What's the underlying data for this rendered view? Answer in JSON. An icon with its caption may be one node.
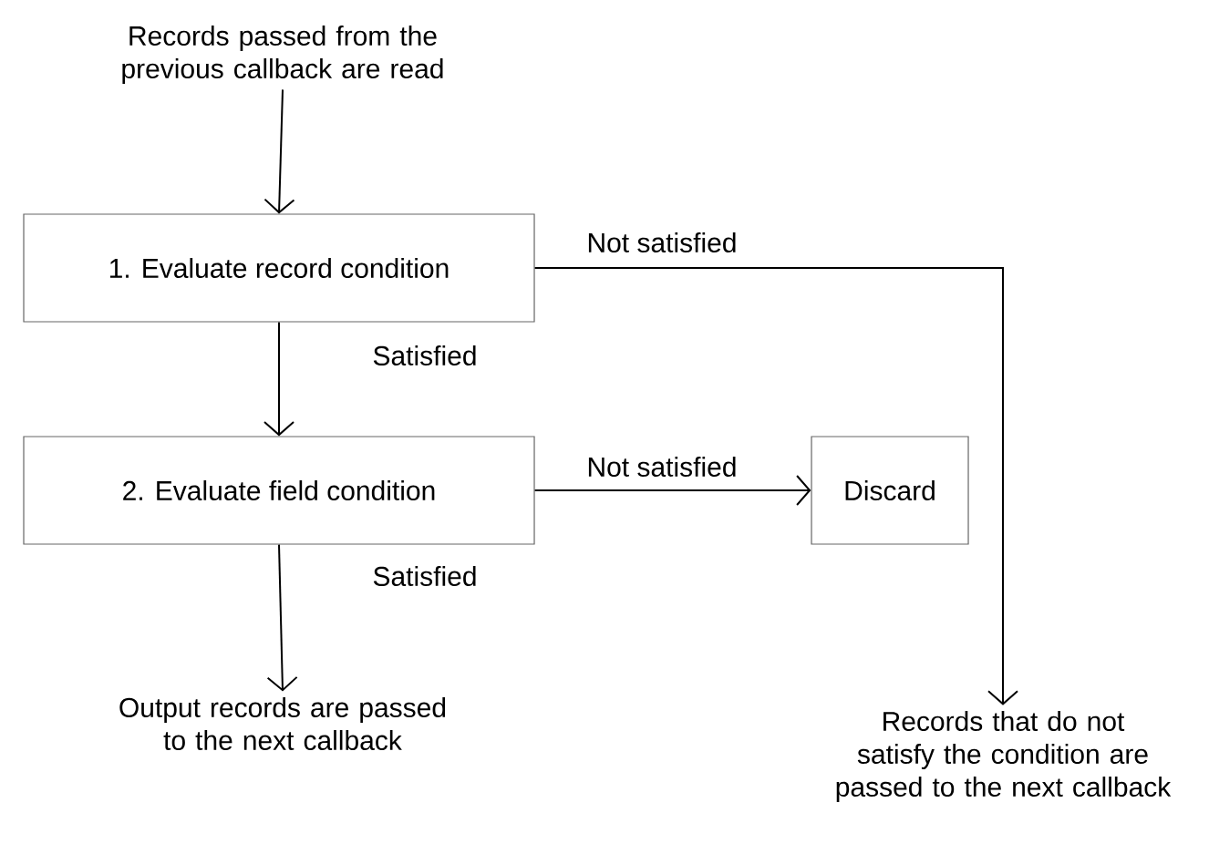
{
  "diagram": {
    "nodes": [
      {
        "text": [
          "Records passed from the previous callback are read"
        ]
      },
      {
        "text": [
          "1. Evaluate record condition"
        ]
      },
      {
        "text": [
          "2. Evaluate field condition"
        ]
      },
      {
        "text": [
          "Discard"
        ]
      },
      {
        "text": [
          "Output records are passed to the next callback"
        ]
      },
      {
        "text": [
          "Records that do not satisfy the condition are passed to the next callback"
        ]
      }
    ],
    "edges": [
      {
        "from": 0,
        "to": 1,
        "arrow": "to"
      },
      {
        "from": 1,
        "to": 2,
        "arrow": "to",
        "label": "Satisfied"
      },
      {
        "from": 1,
        "to": 5,
        "arrow": "to",
        "label": "Not satisfied"
      },
      {
        "from": 2,
        "to": 3,
        "arrow": "to",
        "label": "Not satisfied"
      },
      {
        "from": 2,
        "to": 4,
        "arrow": "to",
        "label": "Satisfied"
      }
    ]
  }
}
